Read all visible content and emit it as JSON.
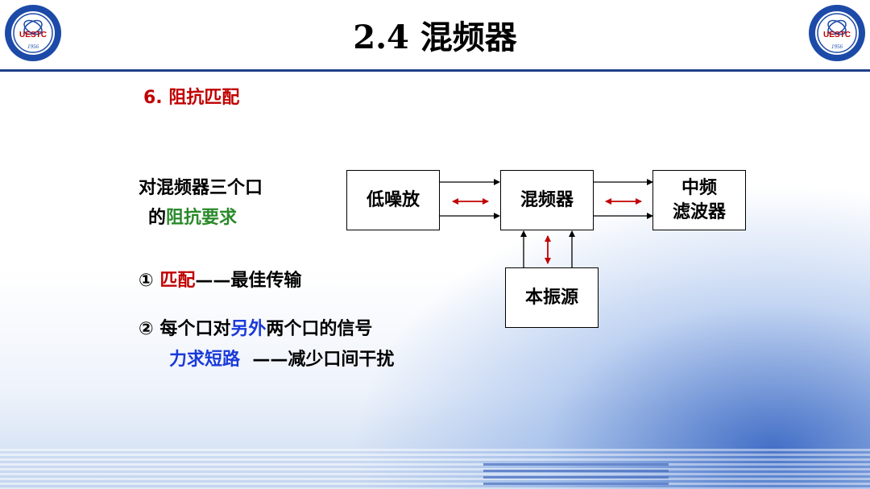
{
  "slide": {
    "title": "2.4  混频器",
    "section": "6. 阻抗匹配",
    "intro_line1": "对混频器三个口",
    "intro_line2_a": "的",
    "intro_line2_b": "阻抗要求",
    "point1_num": "①",
    "point1_key": "匹配",
    "point1_rest": "——最佳传输",
    "point2_num": "②",
    "point2_a": "每个口对",
    "point2_key": "另外",
    "point2_b": "两个口的信号",
    "point2_line2_key": "力求短路",
    "point2_line2_rest": "——减少口间干扰"
  },
  "diagram": {
    "lna": "低噪放",
    "mixer": "混频器",
    "if_filter_line1": "中频",
    "if_filter_line2": "滤波器",
    "lo": "本振源"
  },
  "logo": {
    "text": "UESTC",
    "year": "1956"
  },
  "colors": {
    "accent_red": "#c00000",
    "accent_green": "#2a8a2a",
    "accent_blue": "#1a3ad8",
    "header_line": "#1f3e8a"
  }
}
